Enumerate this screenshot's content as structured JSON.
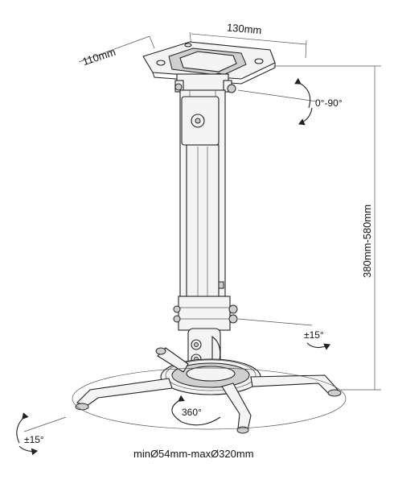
{
  "dimensions": {
    "plate_width": "130mm",
    "plate_depth": "110mm",
    "height_range": "380mm-580mm",
    "base_diameter": "minØ54mm-maxØ320mm"
  },
  "rotations": {
    "tilt_top": "0°-90°",
    "tilt_mid": "±15°",
    "swivel": "360°",
    "tilt_bottom": "±15°"
  }
}
